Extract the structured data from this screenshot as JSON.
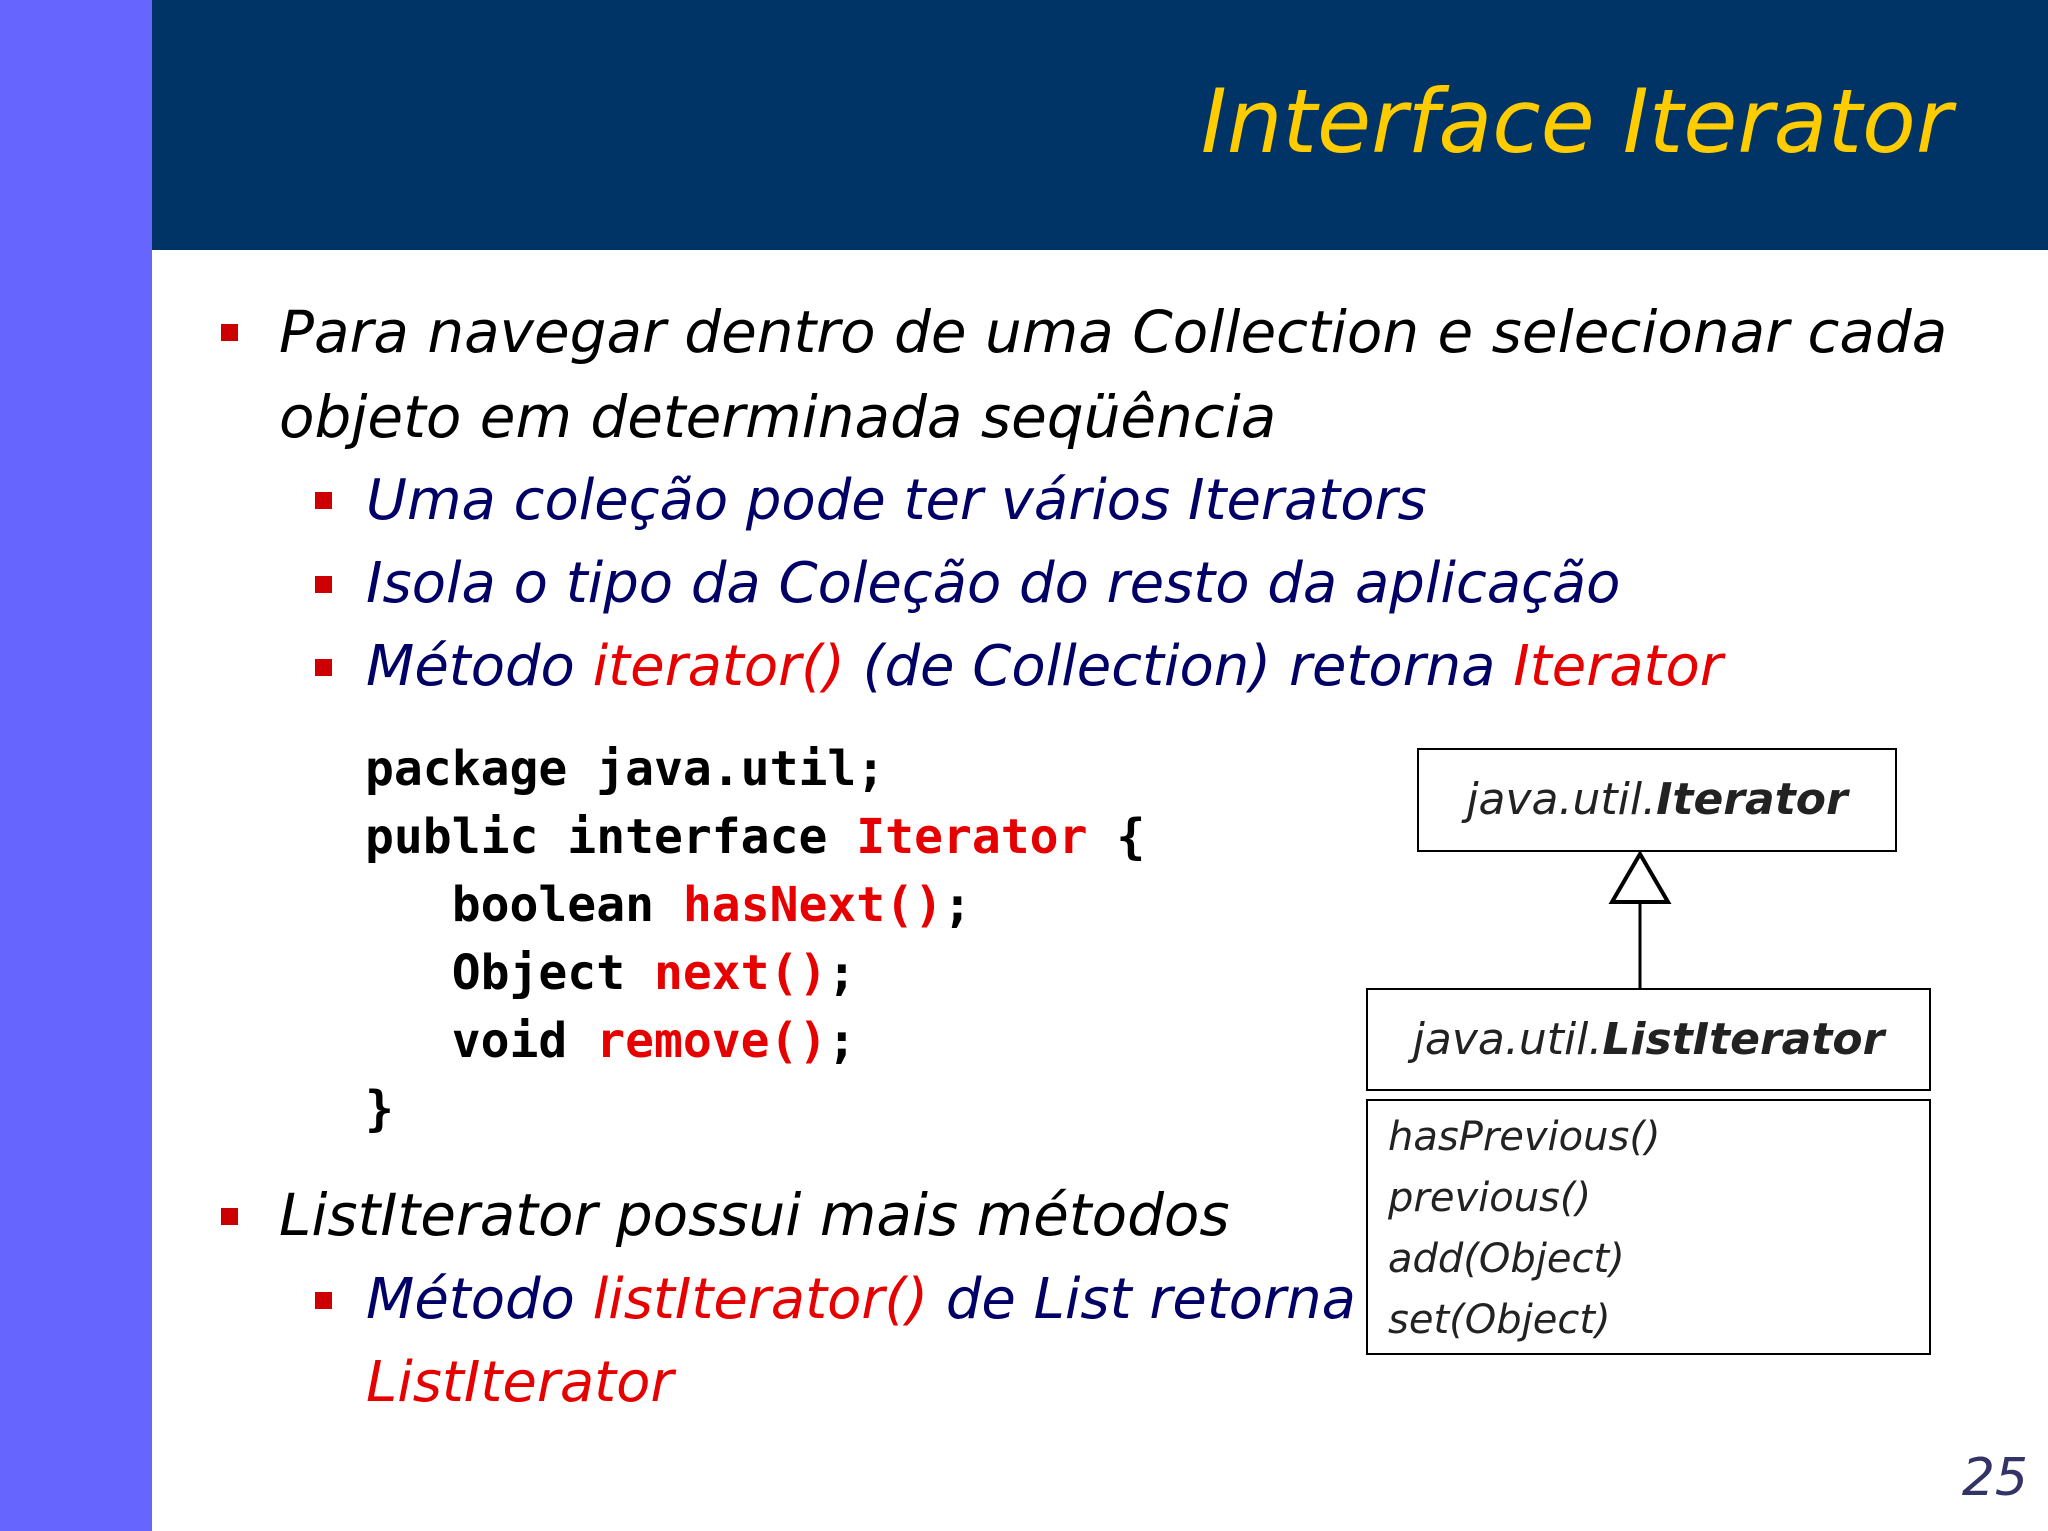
{
  "slide": {
    "title": "Interface Iterator",
    "page_number": "25"
  },
  "bullets": {
    "b1_line1": "Para navegar dentro de uma Collection e selecionar cada",
    "b1_line2": "objeto em determinada seqüência",
    "b1_sub1": "Uma coleção pode ter vários Iterators",
    "b1_sub2": "Isola o tipo da Coleção do resto da aplicação",
    "b1_sub3_a": "Método ",
    "b1_sub3_b": "iterator()",
    "b1_sub3_c": " (de Collection) retorna ",
    "b1_sub3_d": "Iterator",
    "b2_line1": "ListIterator possui mais métodos",
    "b2_sub1_a": "Método ",
    "b2_sub1_b": "listIterator()",
    "b2_sub1_c": " de List  retorna",
    "b2_sub1_line2": "ListIterator"
  },
  "code": {
    "line1": "package java.util;",
    "line2_a": "public interface ",
    "line2_b": "Iterator",
    "line2_c": " {",
    "line3_a": "   boolean ",
    "line3_b": "hasNext()",
    "line3_c": ";",
    "line4_a": "   Object ",
    "line4_b": "next()",
    "line4_c": ";",
    "line5_a": "   void ",
    "line5_b": "remove()",
    "line5_c": ";",
    "line6": "}"
  },
  "uml": {
    "iterator_pkg": "java.util.",
    "iterator_name": "Iterator",
    "listiterator_pkg": "java.util.",
    "listiterator_name": "ListIterator",
    "methods": [
      "hasPrevious()",
      "previous()",
      "add(Object)",
      "set(Object)"
    ]
  }
}
